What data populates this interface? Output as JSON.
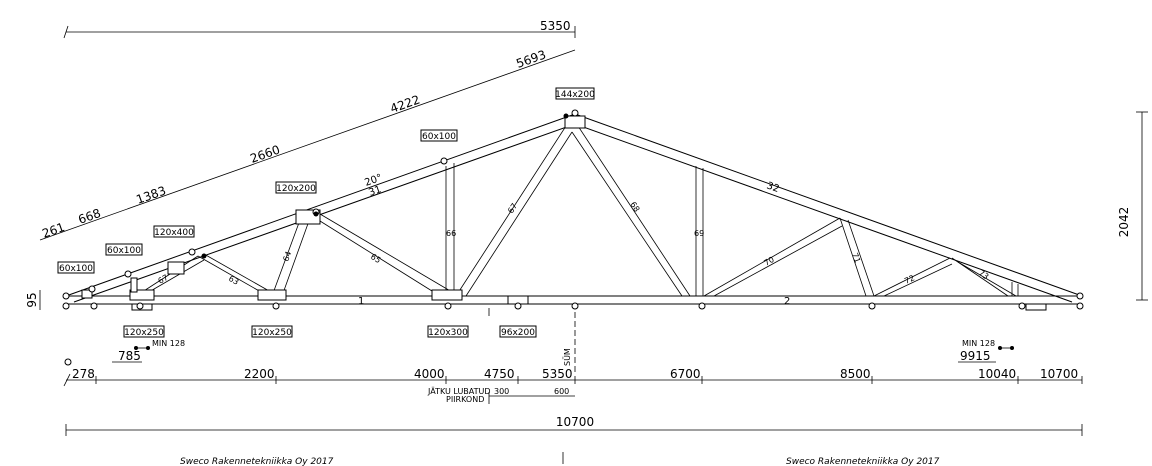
{
  "dimensions": {
    "top_half_span": "5350",
    "top_chord_cumulative": [
      "261",
      "668",
      "1383",
      "2660",
      "4222",
      "5693"
    ],
    "overall_height": "2042",
    "heel_height": "95",
    "pitch": "20°",
    "bottom_running": [
      "278",
      "2200",
      "4000",
      "4750",
      "5350",
      "6700",
      "8500",
      "10040",
      "10700"
    ],
    "overall_span": "10700",
    "left_support_offset": "785",
    "right_support_offset": "9915",
    "splice_left": "300",
    "splice_right": "600"
  },
  "labels": {
    "min_bearing_left": "MIN 128",
    "min_bearing_right": "MIN 128",
    "splice_note_line1": "JÄTKU LUBATUD",
    "splice_note_line2": "PIIRKOND",
    "sym": "SÜM",
    "credit_left": "Sweco Rakennetekniikka Oy 2017",
    "credit_right": "Sweco Rakennetekniikka Oy 2017"
  },
  "plates": [
    "144x200",
    "60x100",
    "120x200",
    "120x400",
    "60x100",
    "60x100",
    "120x250",
    "120x250",
    "120x300",
    "96x200"
  ],
  "members": {
    "top_left": "31",
    "top_right": "32",
    "bottom_left": "1",
    "bottom_right": "2",
    "diagonals": [
      "67",
      "63",
      "64",
      "65",
      "66",
      "67",
      "68",
      "69",
      "70",
      "71",
      "72",
      "73"
    ]
  }
}
